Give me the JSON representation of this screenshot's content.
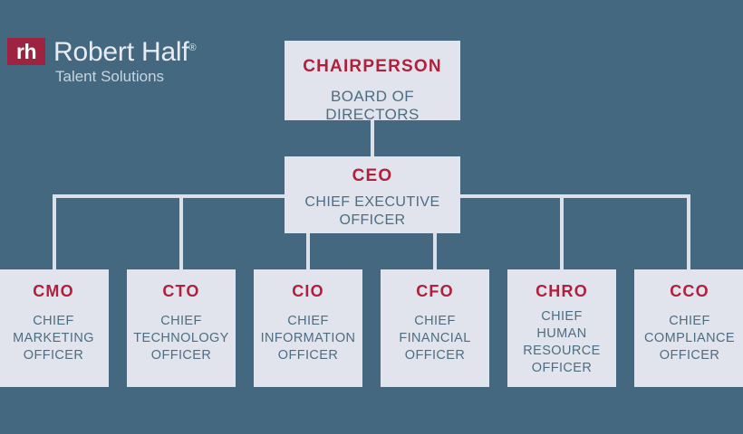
{
  "brand": {
    "mark": "rh",
    "primary": "Robert Half",
    "registered": "®",
    "secondary": "Talent Solutions"
  },
  "colors": {
    "background": "#44687f",
    "node_fill": "#e1e4ec",
    "accent_red": "#b01f3c",
    "logo_mark_red": "#9e2340",
    "subtitle_text": "#4d6d83",
    "connector": "#dbe0e9"
  },
  "org_chart": {
    "top": {
      "title": "CHAIRPERSON",
      "subtitle": "BOARD OF DIRECTORS"
    },
    "ceo": {
      "title": "CEO",
      "subtitle_lines": [
        "CHIEF EXECUTIVE",
        "OFFICER"
      ]
    },
    "executives": [
      {
        "title": "CMO",
        "subtitle_lines": [
          "CHIEF",
          "MARKETING",
          "OFFICER"
        ]
      },
      {
        "title": "CTO",
        "subtitle_lines": [
          "CHIEF",
          "TECHNOLOGY",
          "OFFICER"
        ]
      },
      {
        "title": "CIO",
        "subtitle_lines": [
          "CHIEF",
          "INFORMATION",
          "OFFICER"
        ]
      },
      {
        "title": "CFO",
        "subtitle_lines": [
          "CHIEF",
          "FINANCIAL",
          "OFFICER"
        ]
      },
      {
        "title": "CHRO",
        "subtitle_lines": [
          "CHIEF",
          "HUMAN",
          "RESOURCE",
          "OFFICER"
        ]
      },
      {
        "title": "CCO",
        "subtitle_lines": [
          "CHIEF",
          "COMPLIANCE",
          "OFFICER"
        ]
      }
    ]
  }
}
